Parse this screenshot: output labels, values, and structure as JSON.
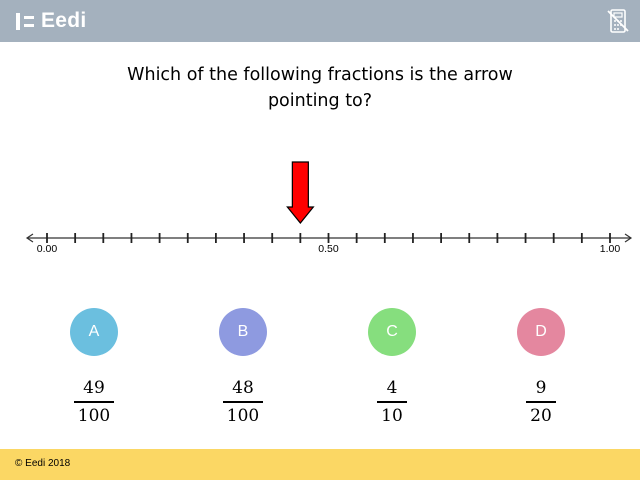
{
  "header": {
    "logo_text": "Eedi",
    "calculator_icon": "no-calculator-icon",
    "background_color": "#a4b1be"
  },
  "question": {
    "line1": "Which of the following fractions is the arrow",
    "line2": "pointing to?"
  },
  "number_line": {
    "min": 0,
    "max": 1,
    "minor_tick_step": 0.05,
    "labels": [
      "0.00",
      "0.50",
      "1.00"
    ],
    "label_values": [
      0,
      0.5,
      1
    ],
    "arrow_value": 0.45,
    "arrow_color": "#ff0000"
  },
  "options": [
    {
      "letter": "A",
      "color": "#6bbfdf",
      "numerator": "49",
      "denominator": "100"
    },
    {
      "letter": "B",
      "color": "#8e9ae0",
      "numerator": "48",
      "denominator": "100"
    },
    {
      "letter": "C",
      "color": "#86de7e",
      "numerator": "4",
      "denominator": "10"
    },
    {
      "letter": "D",
      "color": "#e4879f",
      "numerator": "9",
      "denominator": "20"
    }
  ],
  "footer": {
    "copyright": "© Eedi 2018",
    "background_color": "#fbd764"
  }
}
